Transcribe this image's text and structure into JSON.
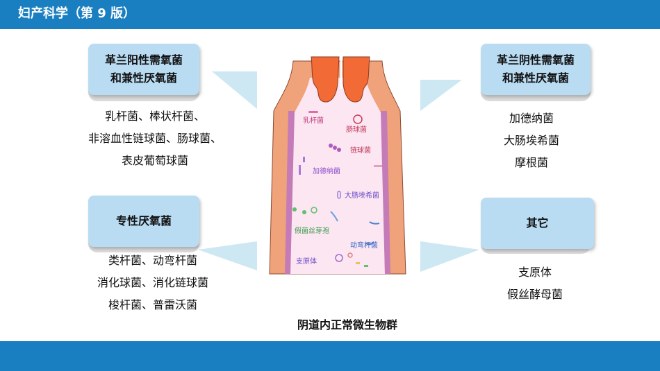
{
  "header": {
    "title": "妇产科学（第 9 版）"
  },
  "cards": {
    "top_left": [
      "革兰阳性需氧菌",
      "和兼性厌氧菌"
    ],
    "top_right": [
      "革兰阴性需氧菌",
      "和兼性厌氧菌"
    ],
    "bottom_left": [
      "专性厌氧菌"
    ],
    "bottom_right": [
      "其它"
    ]
  },
  "lists": {
    "top_left": [
      "乳杆菌、棒状杆菌、",
      "非溶血性链球菌、肠球菌、",
      "表皮葡萄球菌"
    ],
    "top_right": [
      "加德纳菌",
      "大肠埃希菌",
      "摩根菌"
    ],
    "bottom_left": [
      "类杆菌、动弯杆菌",
      "消化球菌、消化链球菌",
      "梭杆菌、普雷沃菌"
    ],
    "bottom_right": [
      "支原体",
      "假丝酵母菌"
    ]
  },
  "diagram_labels": {
    "lactobacillus": "乳杆菌",
    "enterococcus": "肠球菌",
    "streptococcus": "链球菌",
    "gardnerella": "加德纳菌",
    "e_coli": "大肠埃希菌",
    "candida": "假菌丝芽孢",
    "mobiluncus": "动弯杆菌",
    "mycoplasma": "支原体"
  },
  "caption": "阴道内正常微生物群",
  "colors": {
    "header_bar": "#1a7fc0",
    "card_fill": "#b9dcf3",
    "wall_orange": "#f0a27a",
    "lumen_pink": "#fbe6f2",
    "cervix": "#f26a35"
  }
}
